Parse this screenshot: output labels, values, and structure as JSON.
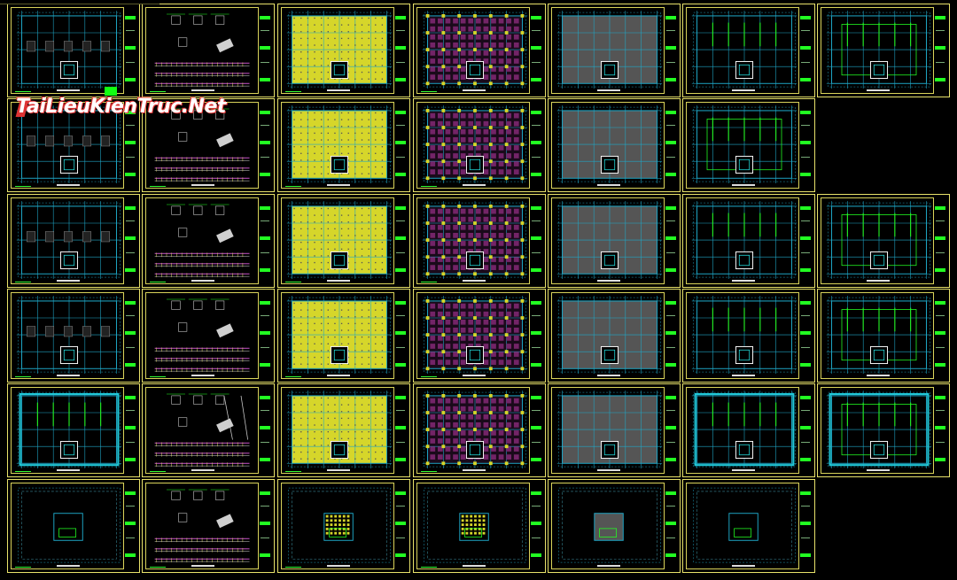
{
  "window": {
    "title": ""
  },
  "watermark": {
    "text": "TaiLieuKienTruc.Net"
  },
  "colors": {
    "background": "#000000",
    "sheet_border": "#e8e26a",
    "grid_line": "#1fa8c8",
    "accent_green": "#22ee22",
    "fill_yellow": "#d6d62a",
    "fill_magenta": "#8a2a7a",
    "fill_gray": "#555555"
  },
  "layout": {
    "columns": 7,
    "rows": 6
  },
  "sheets": [
    {
      "id": "r0c0",
      "row": 0,
      "col": 0,
      "type": "plan-grid"
    },
    {
      "id": "r0c1",
      "row": 0,
      "col": 1,
      "type": "details"
    },
    {
      "id": "r0c2",
      "row": 0,
      "col": 2,
      "type": "plan-yellow"
    },
    {
      "id": "r0c3",
      "row": 0,
      "col": 3,
      "type": "plan-magenta"
    },
    {
      "id": "r0c4",
      "row": 0,
      "col": 4,
      "type": "plan-gray"
    },
    {
      "id": "r0c5",
      "row": 0,
      "col": 5,
      "type": "plan-beams"
    },
    {
      "id": "r0c6",
      "row": 0,
      "col": 6,
      "type": "plan-beams2"
    },
    {
      "id": "r1c0",
      "row": 1,
      "col": 0,
      "type": "plan-grid"
    },
    {
      "id": "r1c1",
      "row": 1,
      "col": 1,
      "type": "details"
    },
    {
      "id": "r1c2",
      "row": 1,
      "col": 2,
      "type": "plan-yellow"
    },
    {
      "id": "r1c3",
      "row": 1,
      "col": 3,
      "type": "plan-magenta"
    },
    {
      "id": "r1c4",
      "row": 1,
      "col": 4,
      "type": "plan-gray"
    },
    {
      "id": "r1c5",
      "row": 1,
      "col": 5,
      "type": "plan-beams2"
    },
    {
      "id": "r2c0",
      "row": 2,
      "col": 0,
      "type": "plan-grid"
    },
    {
      "id": "r2c1",
      "row": 2,
      "col": 1,
      "type": "details"
    },
    {
      "id": "r2c2",
      "row": 2,
      "col": 2,
      "type": "plan-yellow"
    },
    {
      "id": "r2c3",
      "row": 2,
      "col": 3,
      "type": "plan-magenta"
    },
    {
      "id": "r2c4",
      "row": 2,
      "col": 4,
      "type": "plan-gray"
    },
    {
      "id": "r2c5",
      "row": 2,
      "col": 5,
      "type": "plan-beams"
    },
    {
      "id": "r2c6",
      "row": 2,
      "col": 6,
      "type": "plan-beams2"
    },
    {
      "id": "r3c0",
      "row": 3,
      "col": 0,
      "type": "plan-grid"
    },
    {
      "id": "r3c1",
      "row": 3,
      "col": 1,
      "type": "details"
    },
    {
      "id": "r3c2",
      "row": 3,
      "col": 2,
      "type": "plan-yellow"
    },
    {
      "id": "r3c3",
      "row": 3,
      "col": 3,
      "type": "plan-magenta"
    },
    {
      "id": "r3c4",
      "row": 3,
      "col": 4,
      "type": "plan-gray"
    },
    {
      "id": "r3c5",
      "row": 3,
      "col": 5,
      "type": "plan-beams"
    },
    {
      "id": "r3c6",
      "row": 3,
      "col": 6,
      "type": "plan-beams2"
    },
    {
      "id": "r4c0",
      "row": 4,
      "col": 0,
      "type": "plan-cyan"
    },
    {
      "id": "r4c1",
      "row": 4,
      "col": 1,
      "type": "details2"
    },
    {
      "id": "r4c2",
      "row": 4,
      "col": 2,
      "type": "plan-yellow"
    },
    {
      "id": "r4c3",
      "row": 4,
      "col": 3,
      "type": "plan-magenta"
    },
    {
      "id": "r4c4",
      "row": 4,
      "col": 4,
      "type": "plan-gray"
    },
    {
      "id": "r4c5",
      "row": 4,
      "col": 5,
      "type": "plan-cyan"
    },
    {
      "id": "r4c6",
      "row": 4,
      "col": 6,
      "type": "plan-cyan2"
    },
    {
      "id": "r5c0",
      "row": 5,
      "col": 0,
      "type": "roof-small"
    },
    {
      "id": "r5c1",
      "row": 5,
      "col": 1,
      "type": "details"
    },
    {
      "id": "r5c2",
      "row": 5,
      "col": 2,
      "type": "roof-yellow"
    },
    {
      "id": "r5c3",
      "row": 5,
      "col": 3,
      "type": "roof-yellow2"
    },
    {
      "id": "r5c4",
      "row": 5,
      "col": 4,
      "type": "roof-gray"
    },
    {
      "id": "r5c5",
      "row": 5,
      "col": 5,
      "type": "roof-small"
    }
  ]
}
